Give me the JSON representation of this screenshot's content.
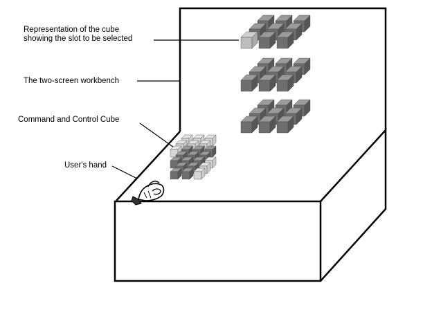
{
  "labels": {
    "cube_representation_line1": "Representation of the cube",
    "cube_representation_line2": "showing the slot to be selected",
    "workbench": "The two-screen workbench",
    "command_control_cube": "Command and Control Cube",
    "users_hand": "User's hand"
  },
  "colors": {
    "cube_top": "#9a9a9a",
    "cube_front": "#6e6e6e",
    "cube_side": "#565656",
    "highlight_cube": "#cfcfcf",
    "faded_cube": "#e3e3e3",
    "outline": "#000000"
  },
  "icons": {
    "hand": "hand-icon"
  }
}
